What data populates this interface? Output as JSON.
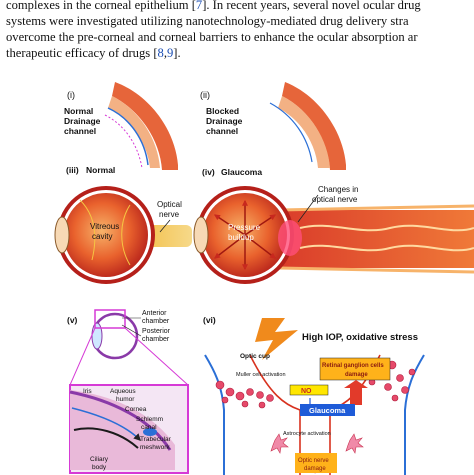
{
  "text": {
    "line1": {
      "a": "complexes in the corneal epithelium [",
      "ref": "7",
      "b": "]. In recent years, several novel ocular drug"
    },
    "line2": "systems were investigated utilizing nanotechnology-mediated drug delivery stra",
    "line3": "overcome the pre-corneal and corneal barriers to enhance the ocular absorption ar",
    "line4": {
      "a": "therapeutic efficacy of drugs [",
      "ref1": "8",
      "sep": ",",
      "ref2": "9",
      "b": "]."
    }
  },
  "figure": {
    "panel_i": {
      "num": "(i)",
      "title1": "Normal",
      "title2": "Drainage",
      "title3": "channel"
    },
    "panel_ii": {
      "num": "(ii)",
      "title1": "Blocked",
      "title2": "Drainage",
      "title3": "channel"
    },
    "panel_iii": {
      "num": "(iii)",
      "title": "Normal",
      "label_vitreous1": "Vitreous",
      "label_vitreous2": "cavity",
      "label_nerve1": "Optical",
      "label_nerve2": "nerve"
    },
    "panel_iv": {
      "num": "(iv)",
      "title": "Glaucoma",
      "label_changes1": "Changes in",
      "label_changes2": "optical nerve",
      "label_pressure1": "Pressure",
      "label_pressure2": "buildup"
    },
    "panel_v": {
      "num": "(v)",
      "anterior1": "Anterior",
      "anterior2": "chamber",
      "posterior1": "Posterior",
      "posterior2": "chamber",
      "iris": "Iris",
      "aqueous1": "Aqueous",
      "aqueous2": "humor",
      "cornea": "Cornea",
      "schlemm1": "Schlemm",
      "schlemm2": "canal",
      "trabecular1": "Trabecular",
      "trabecular2": "meshwork",
      "ciliary1": "Ciliary",
      "ciliary2": "body"
    },
    "panel_vi": {
      "num": "(vi)",
      "title": "High IOP, oxidative stress",
      "optic_cup": "Optic cup",
      "muller": "Muller cell activation",
      "no": "NO",
      "rgc1": "Retinal ganglion cells",
      "rgc2": "damage",
      "glaucoma": "Glaucoma",
      "astro": "Astrocyte activation",
      "onh1": "Optic nerve",
      "onh2": "damage"
    },
    "colors": {
      "eye_red": "#d8321f",
      "eye_orange": "#f08a3a",
      "nerve_yellow": "#f5c542",
      "bolt": "#f08a1c",
      "glaucoma_box": "#1e5bd8",
      "no_box": "#ffe600",
      "rgc_box": "#ffb21a",
      "arrow_red": "#e23a2a",
      "vessel_blue": "#2b6fd6",
      "magenta_frame": "#d63ad6"
    }
  }
}
